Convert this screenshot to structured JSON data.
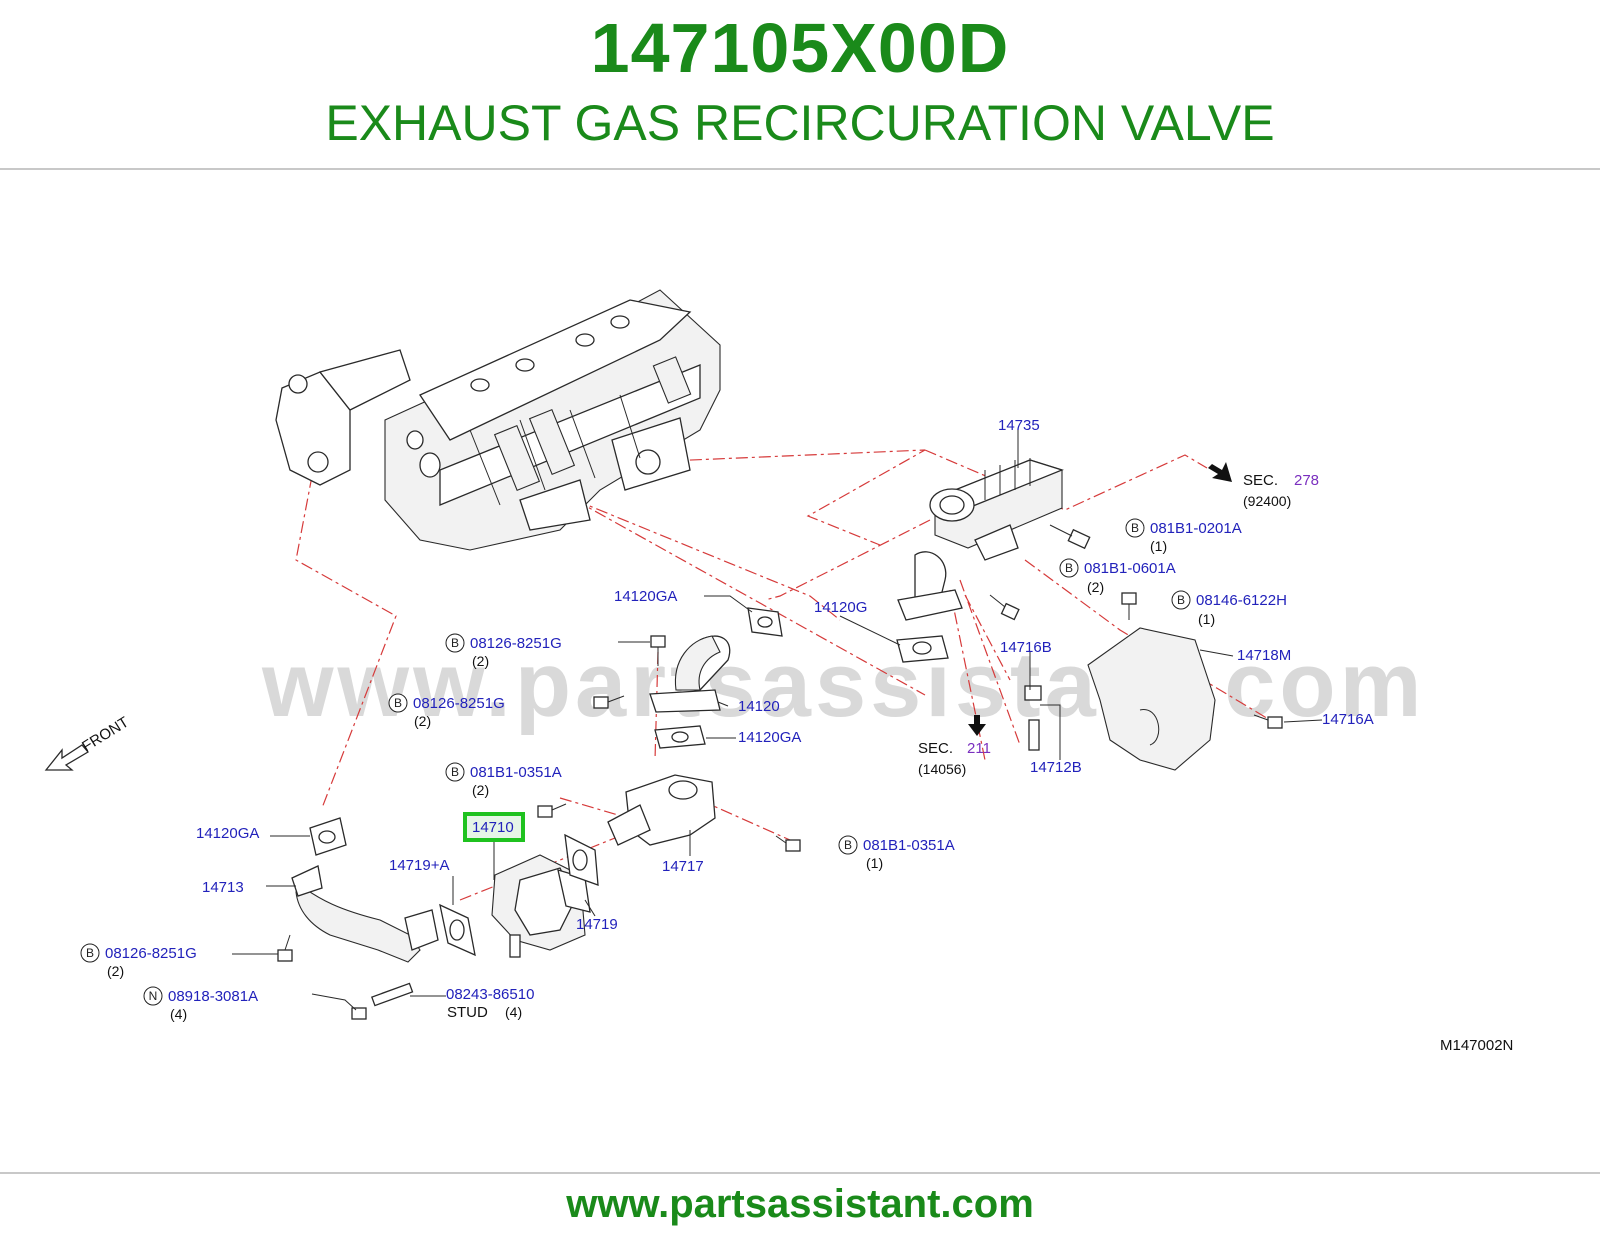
{
  "title": {
    "part_code": "147105X00D",
    "part_name": "EXHAUST GAS RECIRCURATION VALVE"
  },
  "footer": {
    "url": "www.partsassistant.com"
  },
  "diagram": {
    "watermark": "www.partsassistant.com",
    "diagram_code": "M147002N",
    "front_label": "FRONT",
    "highlighted_part": "14710",
    "colors": {
      "brand_green": "#1a8a1a",
      "part_link": "#2222bb",
      "section_link": "#7a2fbf",
      "highlight": "#1fc21f",
      "dash_line": "#d63a3a"
    },
    "callouts": {
      "p14735": "14735",
      "sec278": {
        "prefix": "SEC.",
        "num": "278",
        "sub": "(92400)"
      },
      "b081b1_0201a": {
        "mark": "B",
        "pn": "081B1-0201A",
        "qty": "(1)"
      },
      "b081b1_0601a": {
        "mark": "B",
        "pn": "081B1-0601A",
        "qty": "(2)"
      },
      "b08146_6122h": {
        "mark": "B",
        "pn": "08146-6122H",
        "qty": "(1)"
      },
      "p14120ga_top": "14120GA",
      "p14120g": "14120G",
      "p14716b": "14716B",
      "p14718m": "14718M",
      "b08126_8251g_a": {
        "mark": "B",
        "pn": "08126-8251G",
        "qty": "(2)"
      },
      "b08126_8251g_b": {
        "mark": "B",
        "pn": "08126-8251G",
        "qty": "(2)"
      },
      "p14120": "14120",
      "p14120ga_mid": "14120GA",
      "p14716a": "14716A",
      "sec211": {
        "prefix": "SEC.",
        "num": "211",
        "sub": "(14056)"
      },
      "p14712b": "14712B",
      "b081b1_0351a_a": {
        "mark": "B",
        "pn": "081B1-0351A",
        "qty": "(2)"
      },
      "b081b1_0351a_b": {
        "mark": "B",
        "pn": "081B1-0351A",
        "qty": "(1)"
      },
      "p14710": "14710",
      "p14120ga_left": "14120GA",
      "p14717": "14717",
      "p14719a": "14719+A",
      "p14713": "14713",
      "p14719": "14719",
      "b08126_8251g_c": {
        "mark": "B",
        "pn": "08126-8251G",
        "qty": "(2)"
      },
      "n08918_3081a": {
        "mark": "N",
        "pn": "08918-3081A",
        "qty": "(4)"
      },
      "p08243_86510": {
        "pn": "08243-86510",
        "sub": "STUD",
        "qty": "(4)"
      }
    }
  }
}
